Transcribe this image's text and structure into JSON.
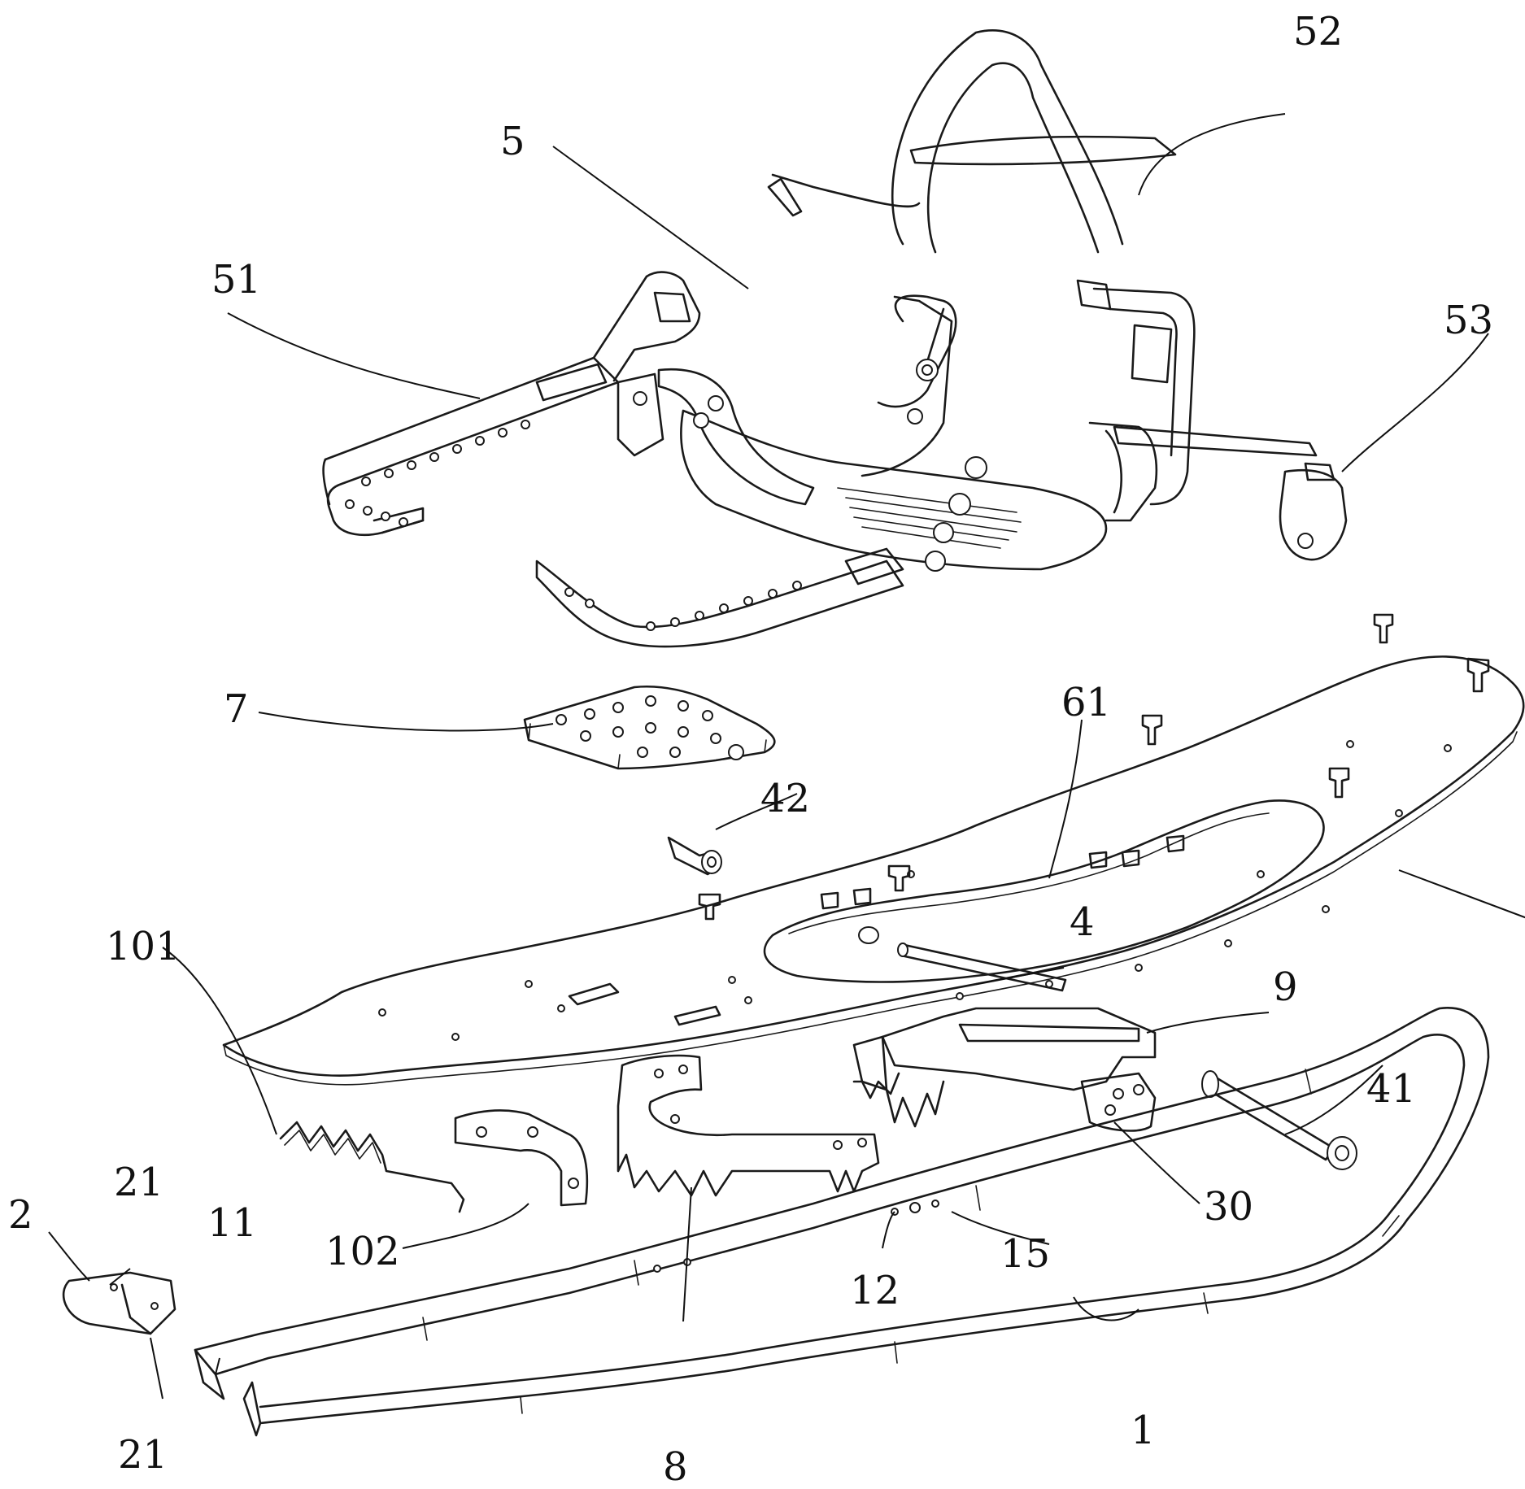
{
  "labels": {
    "l1": "1",
    "l2": "2",
    "l4": "4",
    "l5": "5",
    "l7": "7",
    "l8": "8",
    "l9": "9",
    "l11": "11",
    "l12": "12",
    "l15": "15",
    "l21a": "21",
    "l21b": "21",
    "l30": "30",
    "l41": "41",
    "l42": "42",
    "l51": "51",
    "l52": "52",
    "l53": "53",
    "l61": "61",
    "l101": "101",
    "l102": "102"
  },
  "colors": {
    "line": "#1a1a1a",
    "background": "#ffffff"
  }
}
